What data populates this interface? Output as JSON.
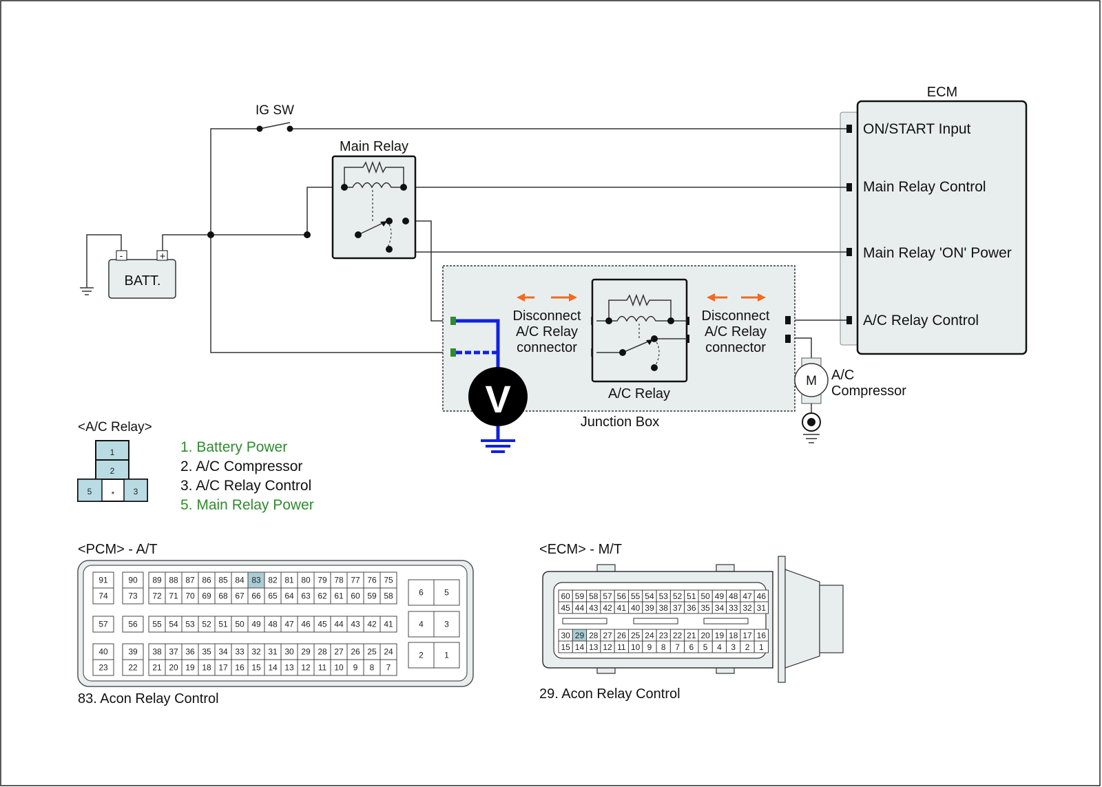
{
  "labels": {
    "ig_sw": "IG SW",
    "ecm": "ECM",
    "main_relay": "Main Relay",
    "batt": "BATT.",
    "batt_minus": "-",
    "batt_plus": "+",
    "on_start_input": "ON/START Input",
    "main_relay_control": "Main Relay Control",
    "main_relay_on_power": "Main Relay 'ON' Power",
    "ac_relay_control": "A/C Relay Control",
    "disconnect_left": [
      "Disconnect",
      "A/C Relay",
      "connector"
    ],
    "disconnect_right": [
      "Disconnect",
      "A/C Relay",
      "connector"
    ],
    "ac_relay": "A/C Relay",
    "junction_box": "Junction Box",
    "ac_compressor": [
      "A/C",
      "Compressor"
    ],
    "motor": "M",
    "voltmeter": "V"
  },
  "ac_relay_connector": {
    "title": "<A/C Relay>",
    "pins": [
      "1",
      "2",
      "5",
      "*",
      "3"
    ],
    "legend": [
      {
        "text": "1. Battery Power",
        "color": "#2e8b2e"
      },
      {
        "text": "2. A/C Compressor",
        "color": "#111111"
      },
      {
        "text": "3. A/C Relay Control",
        "color": "#111111"
      },
      {
        "text": "5. Main Relay Power",
        "color": "#2e8b2e"
      }
    ]
  },
  "pcm_connector": {
    "title": "<PCM> - A/T",
    "note": "83. Acon Relay Control",
    "highlight": "83",
    "blocks": [
      [
        "91",
        "74"
      ],
      [
        "90",
        "73"
      ],
      [
        "89",
        "88",
        "87",
        "86",
        "85",
        "84",
        "83",
        "82",
        "81",
        "80",
        "79",
        "78",
        "77",
        "76",
        "75"
      ],
      [
        "72",
        "71",
        "70",
        "69",
        "68",
        "67",
        "66",
        "65",
        "64",
        "63",
        "62",
        "61",
        "60",
        "59",
        "58"
      ],
      [
        "57"
      ],
      [
        "56"
      ],
      [
        "55",
        "54",
        "53",
        "52",
        "51",
        "50",
        "49",
        "48",
        "47",
        "46",
        "45",
        "44",
        "43",
        "42",
        "41"
      ],
      [
        "40",
        "23"
      ],
      [
        "39",
        "22"
      ],
      [
        "38",
        "37",
        "36",
        "35",
        "34",
        "33",
        "32",
        "31",
        "30",
        "29",
        "28",
        "27",
        "26",
        "25",
        "24"
      ],
      [
        "21",
        "20",
        "19",
        "18",
        "17",
        "16",
        "15",
        "14",
        "13",
        "12",
        "11",
        "10",
        "9",
        "8",
        "7"
      ],
      [
        "6",
        "5"
      ],
      [
        "4",
        "3"
      ],
      [
        "2",
        "1"
      ]
    ]
  },
  "ecm_connector": {
    "title": "<ECM> - M/T",
    "note": "29. Acon Relay Control",
    "highlight": "29",
    "rows": [
      [
        "60",
        "59",
        "58",
        "57",
        "56",
        "55",
        "54",
        "53",
        "52",
        "51",
        "50",
        "49",
        "48",
        "47",
        "46"
      ],
      [
        "45",
        "44",
        "43",
        "42",
        "41",
        "40",
        "39",
        "38",
        "37",
        "36",
        "35",
        "34",
        "33",
        "32",
        "31"
      ],
      [
        "30",
        "29",
        "28",
        "27",
        "26",
        "25",
        "24",
        "23",
        "22",
        "21",
        "20",
        "19",
        "18",
        "17",
        "16"
      ],
      [
        "15",
        "14",
        "13",
        "12",
        "11",
        "10",
        "9",
        "8",
        "7",
        "6",
        "5",
        "4",
        "3",
        "2",
        "1"
      ]
    ]
  },
  "colors": {
    "box_fill": "#e8eeee",
    "pin_highlight": "#a9cdd6",
    "pin_fill": "#b9dbe3",
    "meter_wire": "#1122dd",
    "arrow": "#f26a1b",
    "connector_green": "#2e8b2e"
  }
}
